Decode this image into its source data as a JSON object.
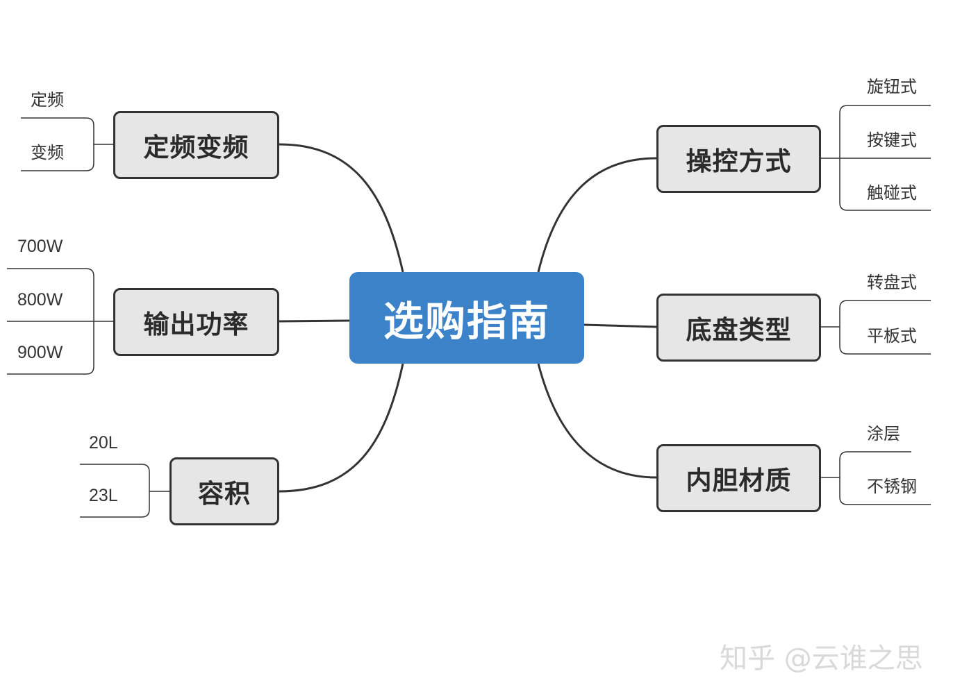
{
  "center": {
    "label": "选购指南"
  },
  "branches": [
    {
      "label": "定频变频",
      "leaves": [
        "定频",
        "变频"
      ]
    },
    {
      "label": "输出功率",
      "leaves": [
        "700W",
        "800W",
        "900W"
      ]
    },
    {
      "label": "容积",
      "leaves": [
        "20L",
        "23L"
      ]
    },
    {
      "label": "操控方式",
      "leaves": [
        "旋钮式",
        "按键式",
        "触碰式"
      ]
    },
    {
      "label": "底盘类型",
      "leaves": [
        "转盘式",
        "平板式"
      ]
    },
    {
      "label": "内胆材质",
      "leaves": [
        "涂层",
        "不锈钢"
      ]
    }
  ],
  "watermark": "知乎 @云谁之思",
  "colors": {
    "central_fill": "#3b82c8",
    "branch_fill": "#e6e6e6",
    "line": "#333333"
  }
}
